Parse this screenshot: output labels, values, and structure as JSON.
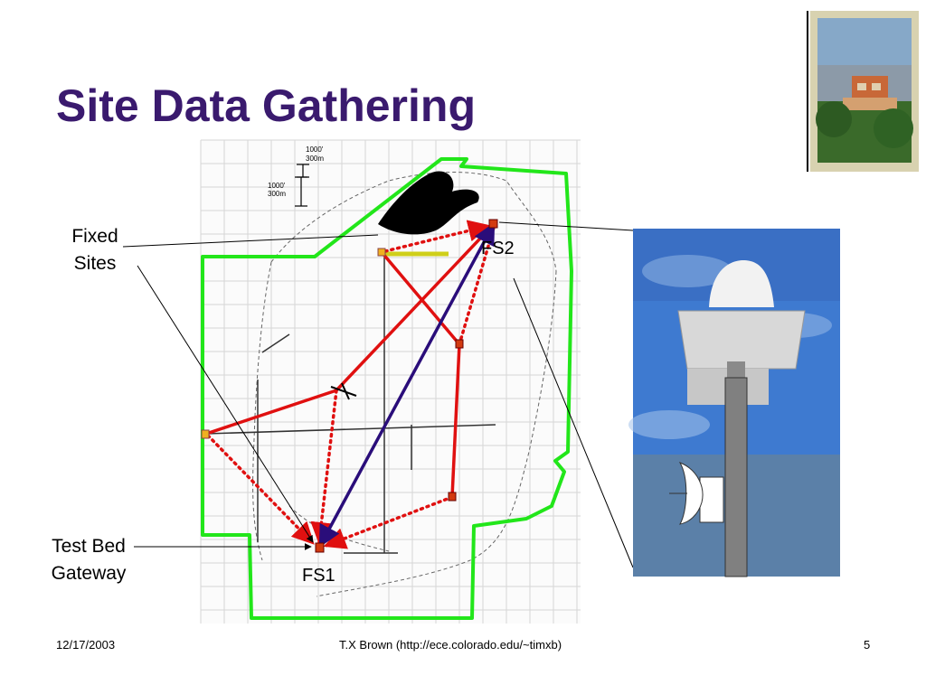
{
  "slide": {
    "title": "Site Data Gathering",
    "footer_date": "12/17/2003",
    "footer_author": "T.X Brown (http://ece.colorado.edu/~timxb)",
    "page_number": "5"
  },
  "map": {
    "scale_label_1_line1": "1000'",
    "scale_label_1_line2": "300m",
    "scale_label_2_line1": "1000'",
    "scale_label_2_line2": "300m",
    "site_fs1": "FS1",
    "site_fs2": "FS2"
  },
  "callouts": {
    "fixed_sites_line1": "Fixed",
    "fixed_sites_line2": "Sites",
    "gateway_line1": "Test Bed",
    "gateway_line2": "Gateway"
  },
  "colors": {
    "title": "#3a1a6e",
    "boundary": "#22e61a",
    "link_solid": "#e01010",
    "link_dotted": "#e01010",
    "link_backbone": "#2a0d7a",
    "yellow_bar": "#cfcf1a",
    "node_red": "#d23a10",
    "node_yellow": "#f0b020"
  }
}
